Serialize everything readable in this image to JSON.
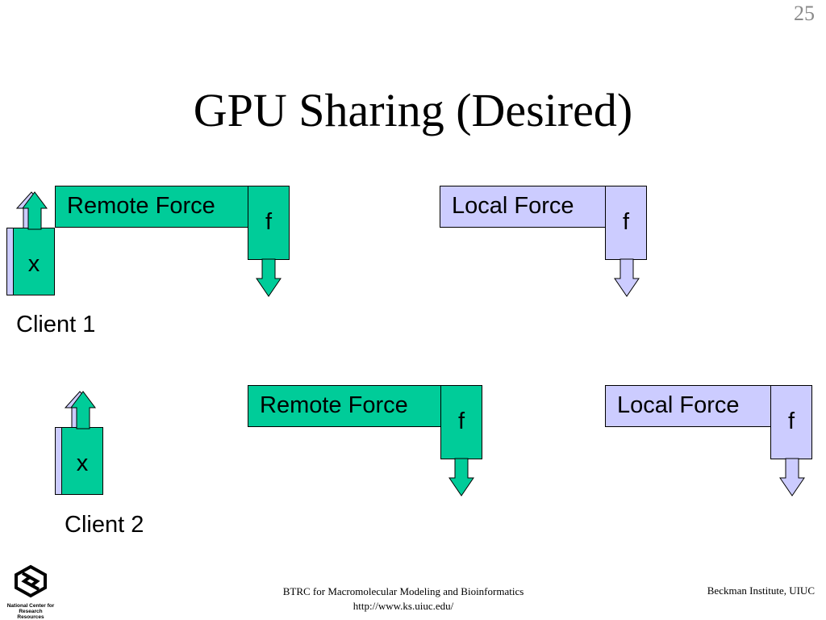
{
  "slide": {
    "number": "25",
    "title": "GPU Sharing (Desired)"
  },
  "clients": [
    {
      "label": "Client 1",
      "x_label": "x",
      "remote_force": "Remote Force",
      "remote_f": "f",
      "local_force": "Local Force",
      "local_f": "f"
    },
    {
      "label": "Client 2",
      "x_label": "x",
      "remote_force": "Remote Force",
      "remote_f": "f",
      "local_force": "Local Force",
      "local_f": "f"
    }
  ],
  "colors": {
    "remote": "#00cc99",
    "local": "#ccccff"
  },
  "footer": {
    "org_line1": "BTRC for Macromolecular Modeling and Bioinformatics",
    "org_line2": "http://www.ks.uiuc.edu/",
    "institute": "Beckman Institute, UIUC",
    "logo_line1": "National Center for",
    "logo_line2": "Research Resources"
  }
}
